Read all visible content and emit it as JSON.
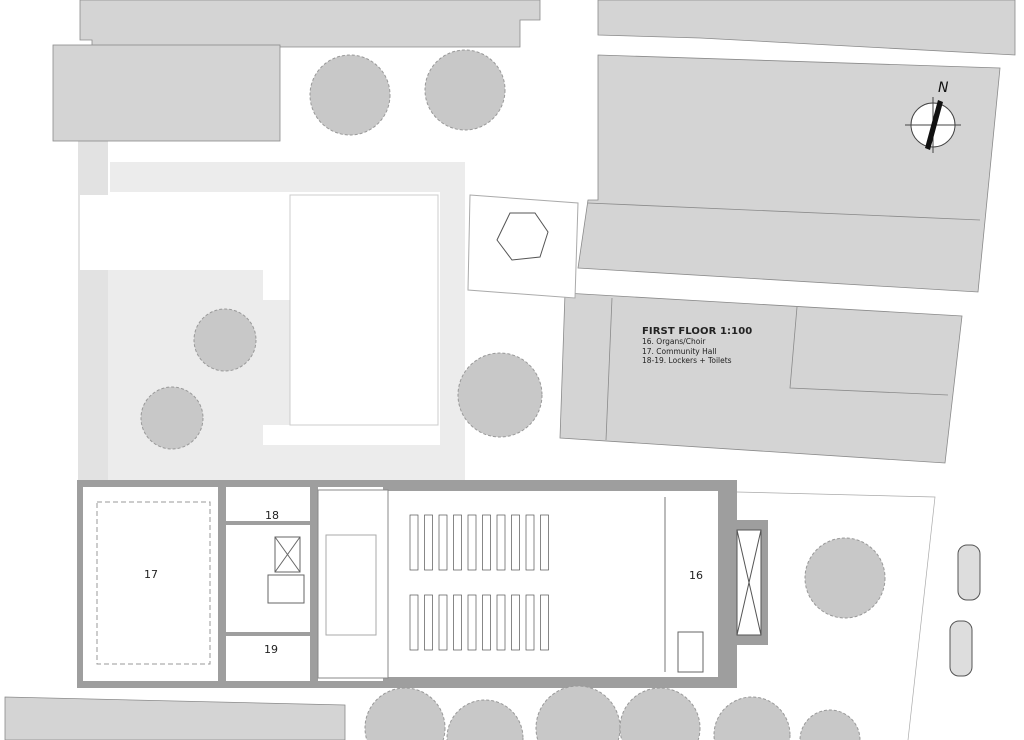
{
  "legend": {
    "title": "FIRST FLOOR 1:100",
    "items": [
      "16. Organs/Choir",
      "17. Community Hall",
      "18-19. Lockers + Toilets"
    ]
  },
  "rooms": {
    "r16": "16",
    "r17": "17",
    "r18": "18",
    "r19": "19"
  },
  "compass": {
    "label": "N"
  },
  "colors": {
    "building": "#d4d4d4",
    "shadow": "#e6e6e6",
    "wall": "#9a9a9a",
    "tree": "#c8c8c8"
  }
}
